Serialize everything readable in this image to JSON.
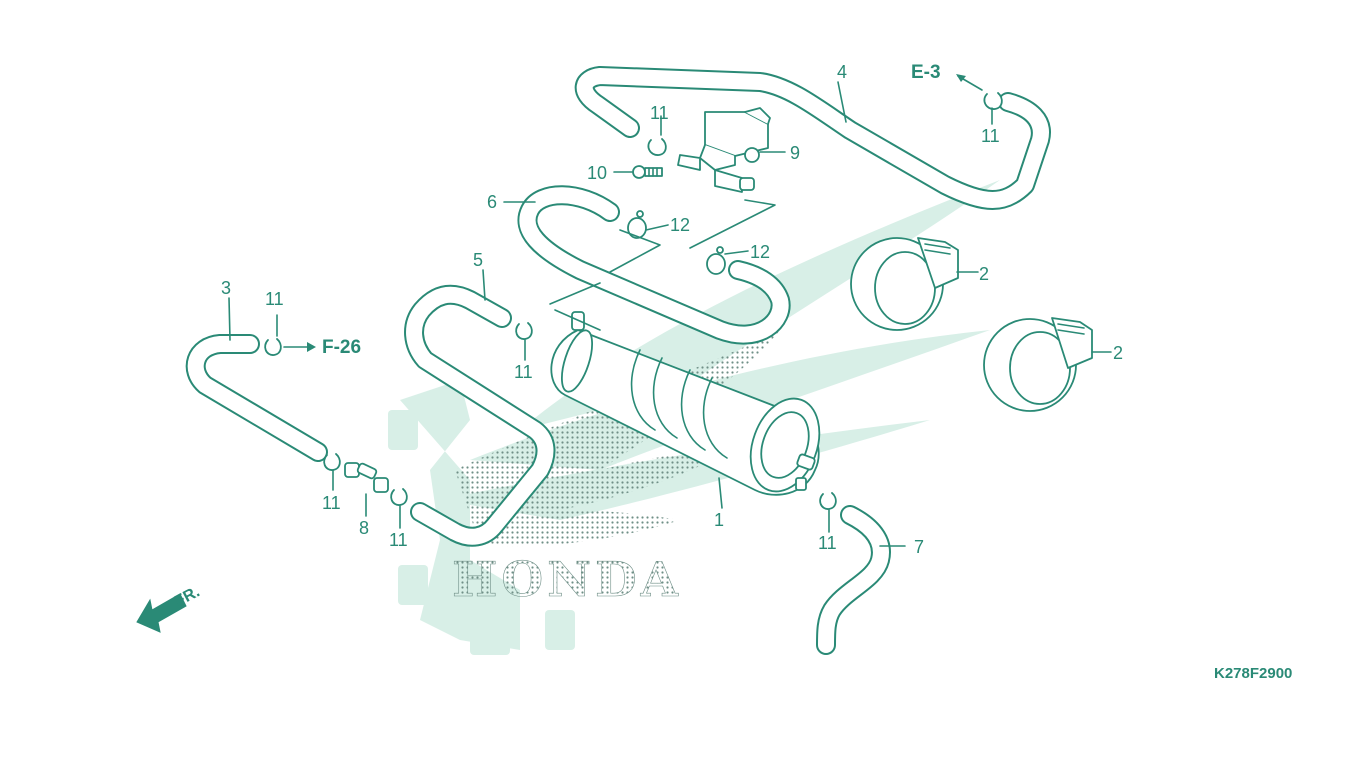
{
  "diagram_code": "K278F2900",
  "refs": {
    "e3": "E-3",
    "f26": "F-26"
  },
  "front_label": "FR.",
  "watermark_text": "HONDA",
  "callouts": {
    "c1": "1",
    "c2a": "2",
    "c2b": "2",
    "c3": "3",
    "c4": "4",
    "c5": "5",
    "c6": "6",
    "c7": "7",
    "c8": "8",
    "c9": "9",
    "c10": "10",
    "c11_valve": "11",
    "c11_e3": "11",
    "c11_f26": "11",
    "c11_hose5": "11",
    "c11_hose3": "11",
    "c11_joint": "11",
    "c11_hose7": "11",
    "c12a": "12",
    "c12b": "12"
  },
  "colors": {
    "line": "#2a8a76",
    "watermark": "#d8efe7"
  }
}
